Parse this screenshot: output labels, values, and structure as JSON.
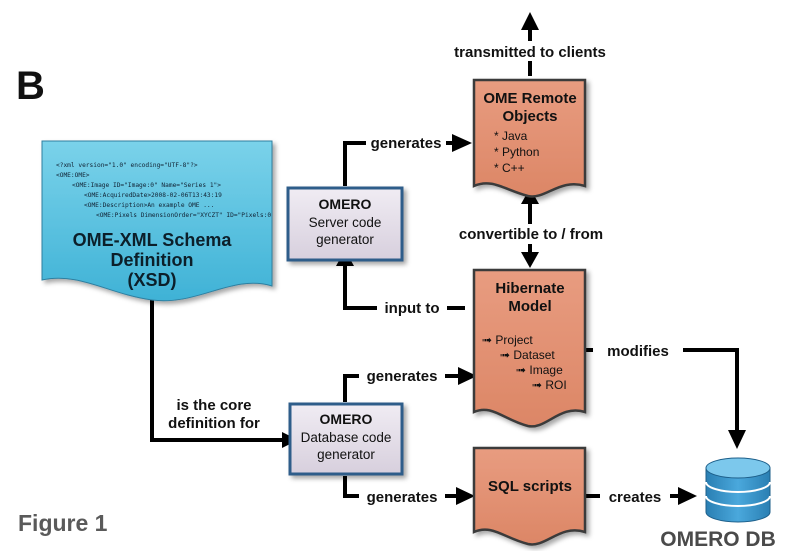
{
  "panel_letter": "B",
  "figure_caption": "Figure 1",
  "xsd_doc": {
    "code_lines": [
      "<?xml version=\"1.0\" encoding=\"UTF-8\"?>",
      "<OME:OME>",
      "<OME:Image ID=\"Image:0\" Name=\"Series 1\">",
      "<OME:AcquiredDate>2008-02-06T13:43:19",
      "<OME:Description>An example OME ...",
      "<OME:Pixels DimensionOrder=\"XYCZT\" ID=\"Pixels:0"
    ],
    "title_lines": [
      "OME-XML Schema",
      "Definition",
      "(XSD)"
    ]
  },
  "server_gen": {
    "title": "OMERO",
    "lines": [
      "Server code",
      "generator"
    ]
  },
  "db_gen": {
    "title": "OMERO",
    "lines": [
      "Database code",
      "generator"
    ]
  },
  "remote_objects": {
    "title_lines": [
      "OME Remote",
      "Objects"
    ],
    "items": [
      "* Java",
      "* Python",
      "* C++"
    ]
  },
  "hibernate": {
    "title_lines": [
      "Hibernate",
      "Model"
    ],
    "items": [
      "➟ Project",
      "➟ Dataset",
      "➟ Image",
      "➟ ROI"
    ]
  },
  "sql": {
    "title": "SQL scripts"
  },
  "db": {
    "label": "OMERO DB"
  },
  "edge_labels": {
    "transmitted": "transmitted to clients",
    "generates_server": "generates",
    "convertible": "convertible to / from",
    "input_to": "input to",
    "modifies": "modifies",
    "generates_hibernate": "generates",
    "core_def": [
      "is the core",
      "definition for"
    ],
    "generates_sql": "generates",
    "creates": "creates"
  },
  "colors": {
    "xsd_fill": "#47b9dc",
    "xsd_fill_light": "#7ad2ea",
    "box_fill": "#e4dee8",
    "box_stroke": "#2f5d8a",
    "salmon_fill": "#e08f71",
    "salmon_stroke": "#3a3a3a",
    "db_fill": "#2f8fc4",
    "db_top": "#6cc0e8",
    "line": "#000000"
  }
}
